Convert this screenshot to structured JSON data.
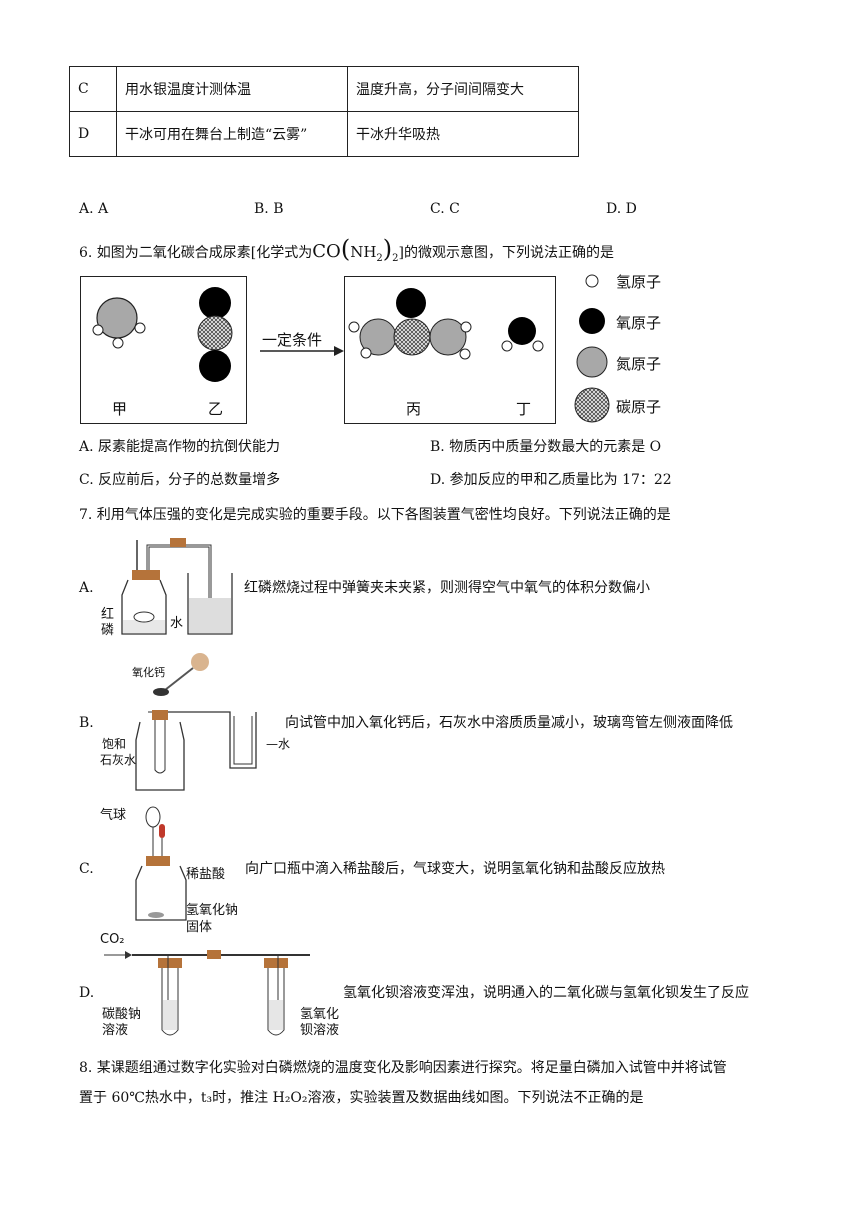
{
  "table_rows": [
    {
      "letter": "C",
      "action": "用水银温度计测体温",
      "reason": "温度升高，分子间间隔变大"
    },
    {
      "letter": "D",
      "action": "干冰可用在舞台上制造“云雾”",
      "reason": "干冰升华吸热"
    }
  ],
  "q5_choices": [
    "A. A",
    "B. B",
    "C. C",
    "D. D"
  ],
  "q6": {
    "stem_before": "6. 如图为二氧化碳合成尿素[化学式为",
    "formula_co": "CO",
    "formula_nh": "NH",
    "formula_sub2": "2",
    "formula_sub2b": "2",
    "stem_after": "]的微观示意图，下列说法正确的是",
    "condition": "一定条件",
    "labels": [
      "甲",
      "乙",
      "丙",
      "丁"
    ],
    "legend": [
      "氢原子",
      "氧原子",
      "氮原子",
      "碳原子"
    ],
    "options": [
      "A. 尿素能提高作物的抗倒伏能力",
      "B. 物质丙中质量分数最大的元素是 O",
      "C. 反应前后，分子的总数量增多",
      "D. 参加反应的甲和乙质量比为 17：22"
    ]
  },
  "q7": {
    "stem": "7. 利用气体压强的变化是完成实验的重要手段。以下各图装置气密性均良好。下列说法正确的是",
    "options": [
      {
        "letter": "A.",
        "text": "红磷燃烧过程中弹簧夹未夹紧，则测得空气中氧气的体积分数偏小",
        "labels": [
          "红",
          "磷",
          "水"
        ]
      },
      {
        "letter": "B.",
        "text": "向试管中加入氧化钙后，石灰水中溶质质量减小，玻璃弯管左侧液面降低",
        "labels": [
          "氧化钙",
          "饱和",
          "石灰水",
          "水"
        ]
      },
      {
        "letter": "C.",
        "text": "向广口瓶中滴入稀盐酸后，气球变大，说明氢氧化钠和盐酸反应放热",
        "labels": [
          "气球",
          "稀盐酸",
          "氢氧化钠",
          "固体"
        ]
      },
      {
        "letter": "D.",
        "text": "氢氧化钡溶液变浑浊，说明通入的二氧化碳与氢氧化钡发生了反应",
        "labels": [
          "CO₂",
          "碳酸钠",
          "溶液",
          "氢氧化",
          "钡溶液"
        ]
      }
    ]
  },
  "q8": {
    "line1": "8. 某课题组通过数字化实验对白磷燃烧的温度变化及影响因素进行探究。将足量白磷加入试管中并将试管",
    "line2": "置于 60℃热水中，t₃时，推注 H₂O₂溶液，实验装置及数据曲线如图。下列说法不正确的是"
  }
}
